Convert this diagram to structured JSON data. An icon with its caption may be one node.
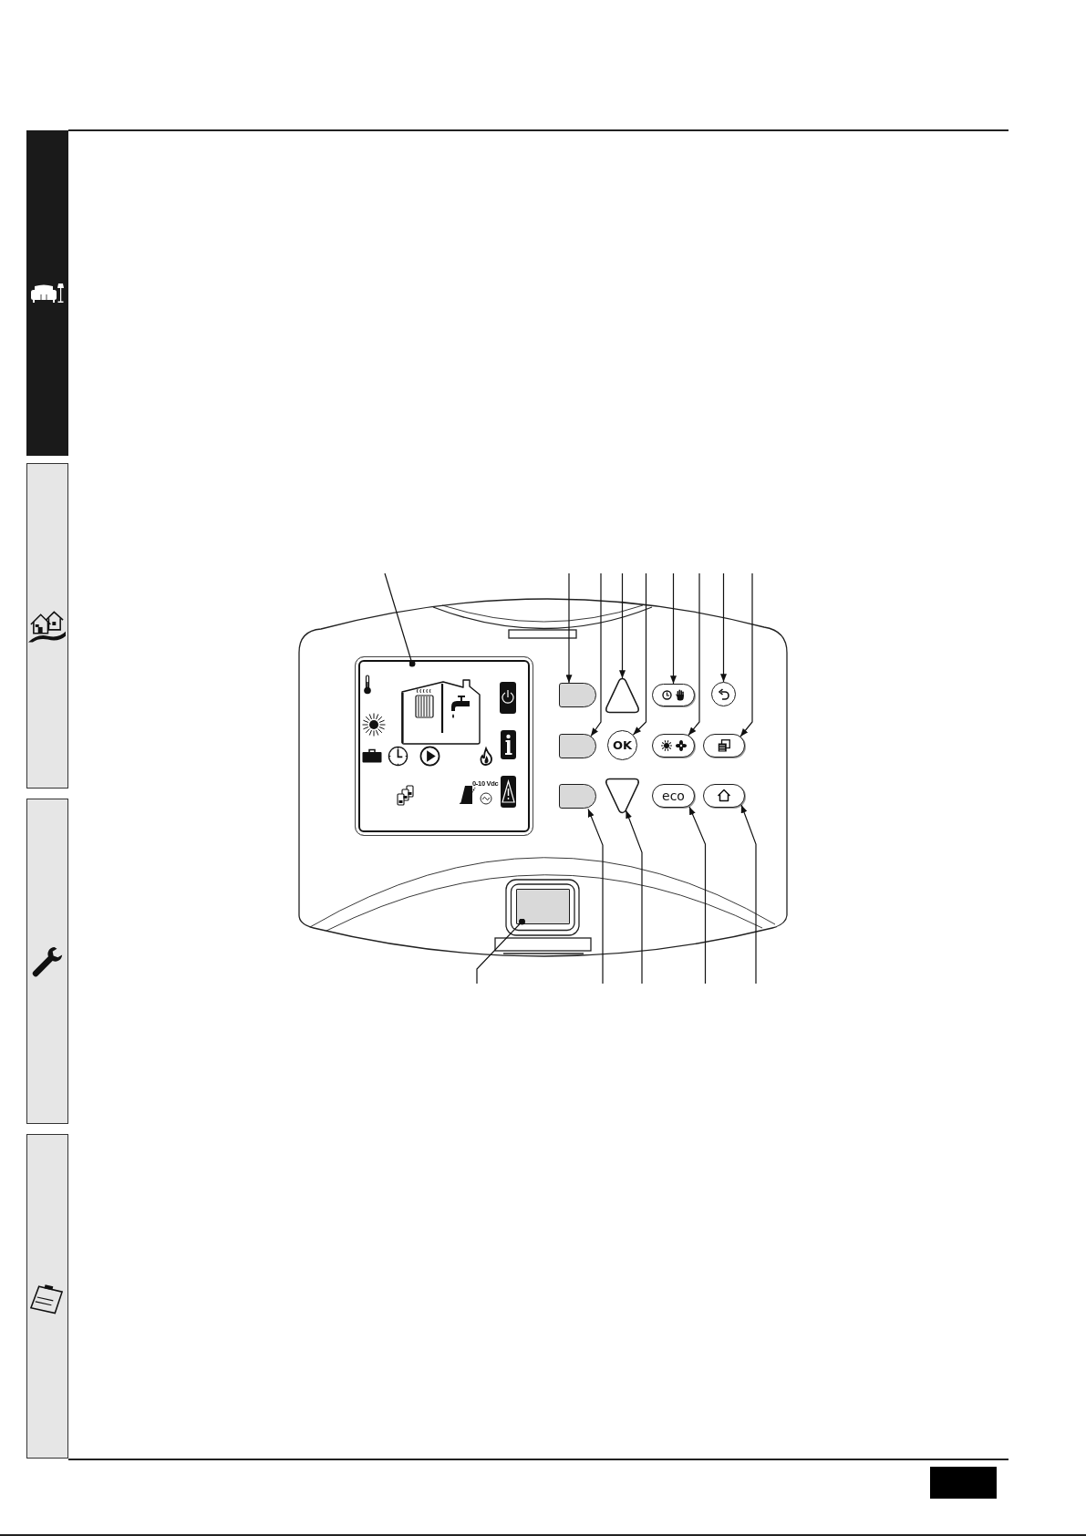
{
  "diagram": {
    "nodes": [
      {
        "text": [
          "0-10 Vdc"
        ]
      },
      {
        "text": [],
        "shape": "box"
      },
      {
        "text": [],
        "shape": "triangle"
      },
      {
        "text": [],
        "shape": "pill"
      },
      {
        "text": [],
        "shape": "circle"
      },
      {
        "text": [],
        "shape": "box"
      },
      {
        "text": [
          "OK"
        ]
      },
      {
        "text": [],
        "shape": "pill"
      },
      {
        "text": [],
        "shape": "pill"
      },
      {
        "text": [],
        "shape": "box"
      },
      {
        "text": [],
        "shape": "triangle"
      },
      {
        "text": [
          "eco"
        ]
      },
      {
        "text": [],
        "shape": "pill"
      },
      {
        "text": [],
        "shape": "box"
      }
    ],
    "edges": [
      {
        "from": null,
        "to": 0,
        "arrow": "other"
      },
      {
        "from": null,
        "to": 1,
        "arrow": "to"
      },
      {
        "from": null,
        "to": 5,
        "arrow": "to"
      },
      {
        "from": null,
        "to": 2,
        "arrow": "to"
      },
      {
        "from": null,
        "to": 6,
        "arrow": "to"
      },
      {
        "from": null,
        "to": 3,
        "arrow": "to"
      },
      {
        "from": null,
        "to": 7,
        "arrow": "to"
      },
      {
        "from": null,
        "to": 4,
        "arrow": "to"
      },
      {
        "from": null,
        "to": 8,
        "arrow": "to"
      },
      {
        "from": null,
        "to": 13,
        "arrow": "other"
      },
      {
        "from": null,
        "to": 9,
        "arrow": "to"
      },
      {
        "from": null,
        "to": 10,
        "arrow": "to"
      },
      {
        "from": null,
        "to": 11,
        "arrow": "to"
      },
      {
        "from": null,
        "to": 12,
        "arrow": "to"
      }
    ]
  }
}
